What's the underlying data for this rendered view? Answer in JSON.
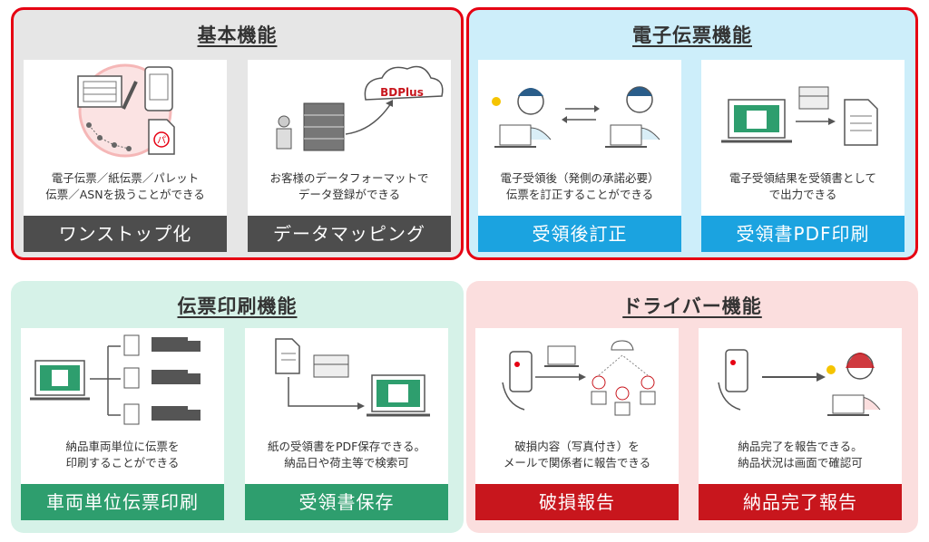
{
  "panels": [
    {
      "title": "基本機能",
      "cards": [
        {
          "desc": "電子伝票／紙伝票／パレット\n伝票／ASNを扱うことができる",
          "label": "ワンストップ化"
        },
        {
          "desc": "お客様のデータフォーマットで\nデータ登録ができる",
          "label": "データマッピング",
          "logo_text": "BDPlus"
        }
      ]
    },
    {
      "title": "電子伝票機能",
      "cards": [
        {
          "desc": "電子受領後（発側の承諾必要）\n伝票を訂正することができる",
          "label": "受領後訂正"
        },
        {
          "desc": "電子受領結果を受領書として\nで出力できる",
          "label": "受領書PDF印刷"
        }
      ]
    },
    {
      "title": "伝票印刷機能",
      "cards": [
        {
          "desc": "納品車両単位に伝票を\n印刷することができる",
          "label": "車両単位伝票印刷"
        },
        {
          "desc": "紙の受領書をPDF保存できる。\n納品日や荷主等で検索可",
          "label": "受領書保存"
        }
      ]
    },
    {
      "title": "ドライバー機能",
      "cards": [
        {
          "desc": "破損内容（写真付き）を\nメールで関係者に報告できる",
          "label": "破損報告"
        },
        {
          "desc": "納品完了を報告できる。\n納品状況は画面で確認可",
          "label": "納品完了報告"
        }
      ]
    }
  ],
  "colors": {
    "highlight_border": "#e60012",
    "basic_bg": "#e6e6e6",
    "basic_label": "#4d4d4d",
    "edenpyo_bg": "#cdeefa",
    "edenpyo_label": "#1ba3e0",
    "print_bg": "#d6f2e8",
    "print_label": "#2e9e6e",
    "driver_bg": "#fbdede",
    "driver_label": "#c8161d"
  }
}
